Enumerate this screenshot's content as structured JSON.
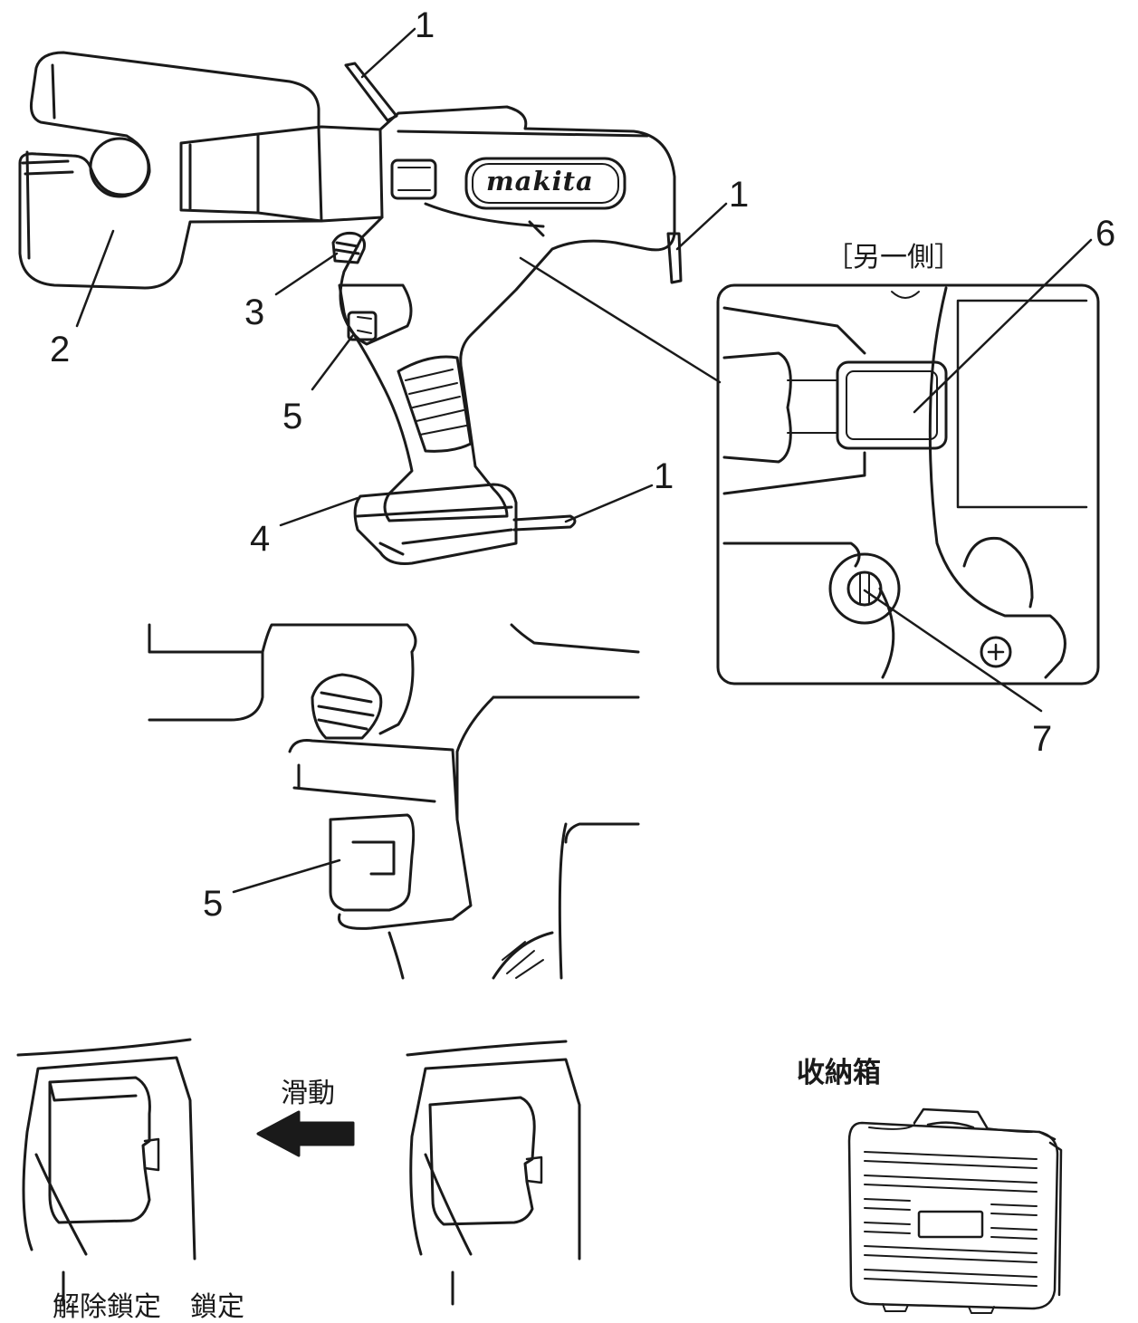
{
  "brand": {
    "logo_text": "makita"
  },
  "callouts": {
    "c1_top": "1",
    "c1_right": "1",
    "c1_bottom": "1",
    "c2": "2",
    "c3": "3",
    "c4": "4",
    "c5_main": "5",
    "c5_detail": "5",
    "c6": "6",
    "c7": "7"
  },
  "labels": {
    "other_side": "［另一側］",
    "slide": "滑動",
    "unlock": "解除鎖定",
    "lock": "鎖定",
    "case": "收納箱"
  },
  "colors": {
    "line": "#1a1a1a",
    "background": "#ffffff"
  }
}
